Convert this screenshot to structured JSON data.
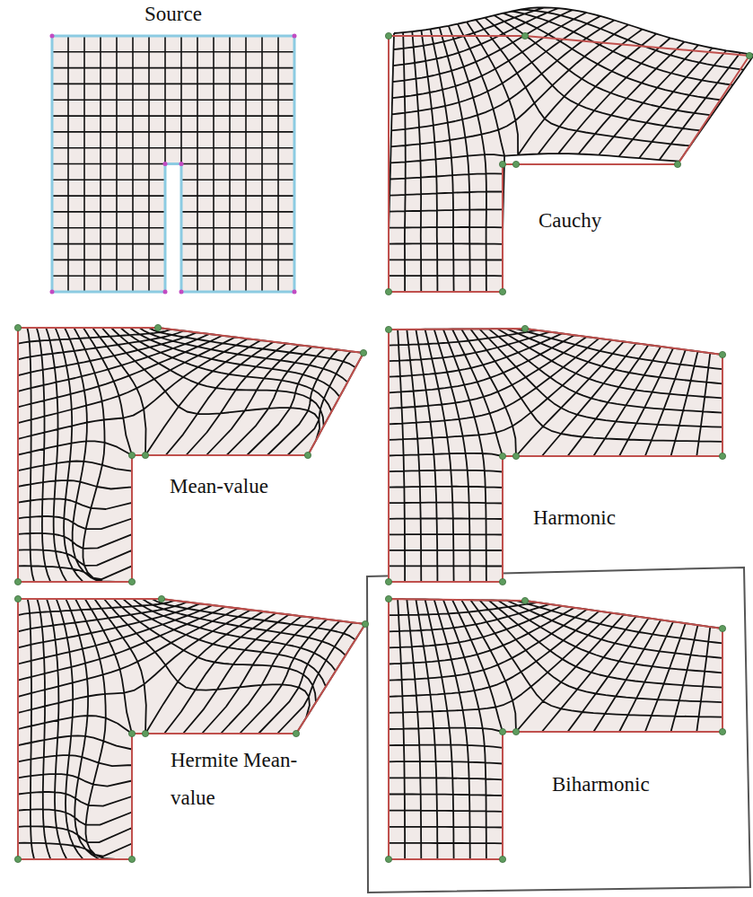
{
  "diagram": {
    "labels": [
      "Source",
      "Cauchy",
      "Mean-value",
      "Harmonic",
      "Hermite Mean-value",
      "Biharmonic"
    ]
  }
}
